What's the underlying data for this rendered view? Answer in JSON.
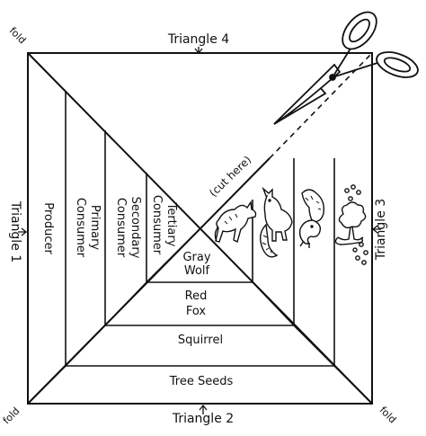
{
  "triangles": {
    "top": "Triangle 4",
    "bottom": "Triangle 2",
    "left": "Triangle 1",
    "right": "Triangle 3"
  },
  "fold_label": "fold",
  "cut_label": "(cut here)",
  "left_levels": [
    "Producer",
    "Primary Consumer",
    "Secondary Consumer",
    "Tertiary Consumer"
  ],
  "bottom_levels": [
    "Gray Wolf",
    "Red Fox",
    "Squirrel",
    "Tree Seeds"
  ],
  "pictures": [
    "gray-wolf",
    "red-fox",
    "squirrel",
    "tree-seeds"
  ],
  "icons": [
    "scissors-icon"
  ]
}
